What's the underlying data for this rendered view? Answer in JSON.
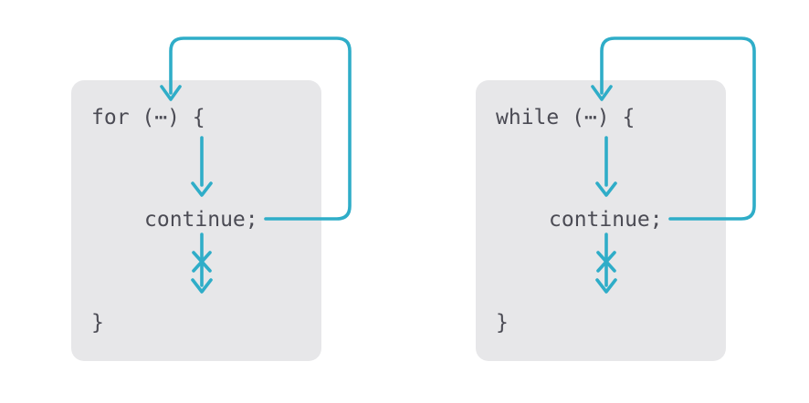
{
  "colors": {
    "background": "#ffffff",
    "box_bg": "#e7e7e9",
    "arrow": "#2fadc8",
    "code_text": "#4b4b54"
  },
  "panels": [
    {
      "header": "for (⋯) {",
      "statement": "continue;",
      "closing": "}"
    },
    {
      "header": "while (⋯) {",
      "statement": "continue;",
      "closing": "}"
    }
  ]
}
